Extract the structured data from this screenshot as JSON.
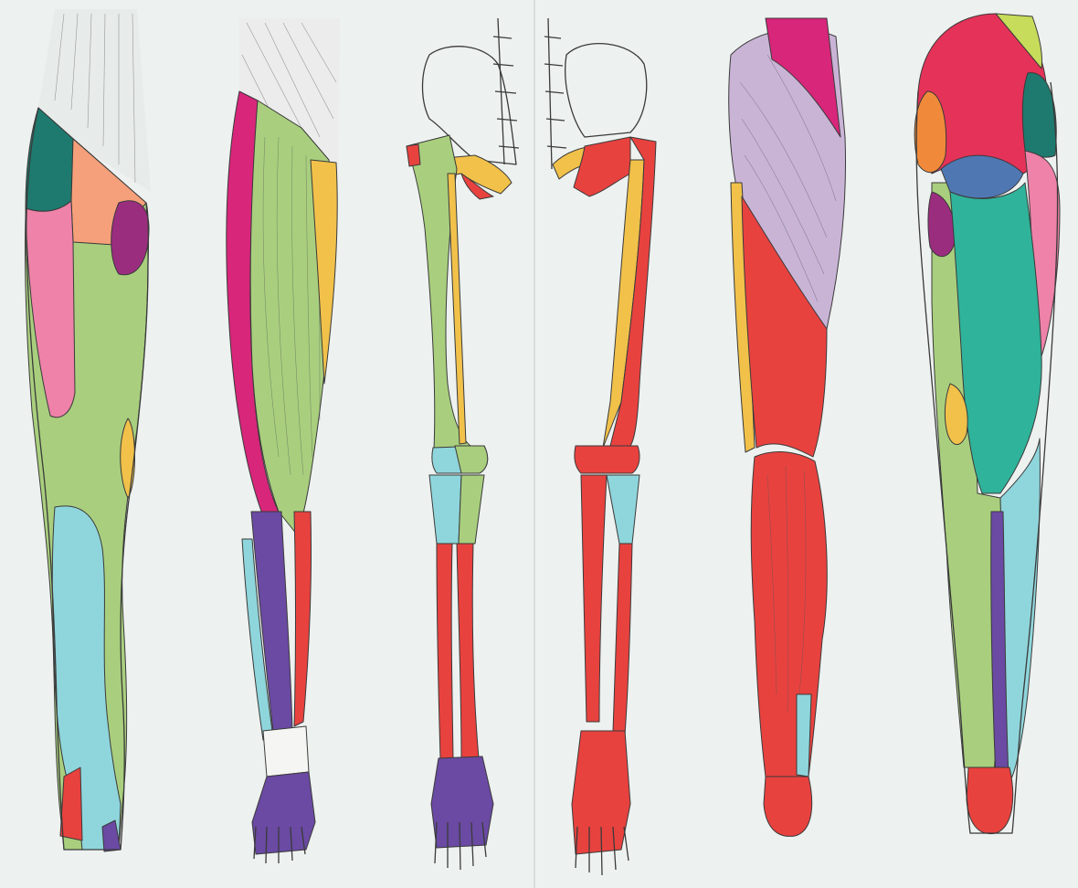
{
  "figure": {
    "subject": "lower-limb-anatomy-color-plate",
    "views": [
      {
        "id": "surface-anterior",
        "name": "leg-surface-anterior"
      },
      {
        "id": "muscles-anterior",
        "name": "leg-muscles-anterior"
      },
      {
        "id": "skeleton-anterior",
        "name": "leg-skeleton-anterior"
      },
      {
        "id": "skeleton-posterior",
        "name": "leg-skeleton-posterior"
      },
      {
        "id": "muscles-posterior",
        "name": "leg-muscles-posterior"
      },
      {
        "id": "surface-posterior",
        "name": "leg-surface-posterior"
      }
    ]
  },
  "colors": {
    "paper": "#edf1ef",
    "green": "#a9cf7e",
    "pink": "#ee82a8",
    "salmon": "#f5a07a",
    "teal_dark": "#1e7a6e",
    "teal": "#2fb39a",
    "cyan": "#8fd6dc",
    "magenta": "#d8267b",
    "purple": "#6a4aa3",
    "plum": "#9b2d7f",
    "red": "#e8423f",
    "crimson": "#e53258",
    "yellow": "#f1c14a",
    "orange": "#f08a3a",
    "lavender": "#c9b4d6",
    "blue": "#4f78b3",
    "lime": "#c6dc5a",
    "white_bone": "#f5f5f3"
  }
}
